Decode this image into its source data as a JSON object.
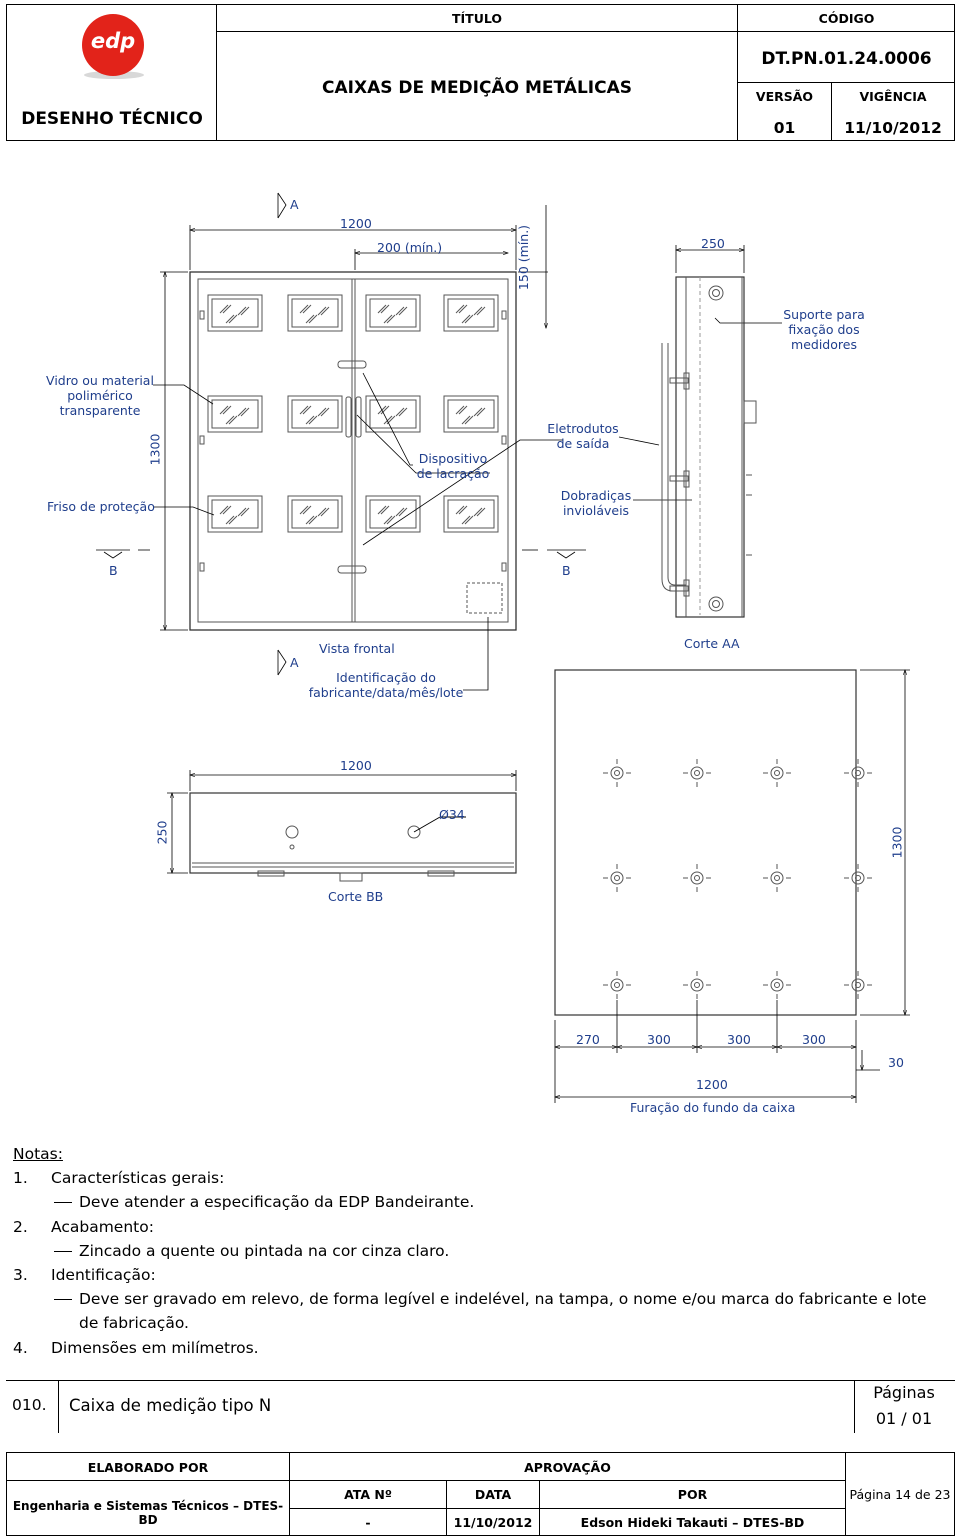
{
  "header": {
    "brand": "edp",
    "doc_type": "DESENHO TÉCNICO",
    "title_label": "TÍTULO",
    "title": "CAIXAS DE MEDIÇÃO METÁLICAS",
    "code_label": "CÓDIGO",
    "code": "DT.PN.01.24.0006",
    "version_label": "VERSÃO",
    "validity_label": "VIGÊNCIA",
    "version": "01",
    "validity": "11/10/2012",
    "brand_color": "#e2231a"
  },
  "drawing": {
    "section_a_mark": "A",
    "dim_1200_top": "1200",
    "dim_200_min": "200 (mín.)",
    "dim_150_min": "150 (mín.)",
    "dim_250_side": "250",
    "dim_1300_front": "1300",
    "label_suporte": "Suporte para\nfixação dos\nmedidores",
    "label_vidro": "Vidro ou material\npolimérico\ntransparente",
    "label_dispositivo": "Dispositivo\nde lacração",
    "label_eletrodutos": "Eletrodutos\nde saída",
    "label_friso": "Friso de proteção",
    "label_dobradicas": "Dobradiças\ninvioláveis",
    "section_b_left": "B",
    "section_b_right": "B",
    "section_a_bottom": "A",
    "view_front": "Vista frontal",
    "label_identificacao": "Identificação do\nfabricante/data/mês/lote",
    "view_corte_aa": "Corte AA",
    "dim_1200_bb": "1200",
    "dim_250_bb": "250",
    "dim_34": "Ø34",
    "view_corte_bb": "Corte BB",
    "dim_1300_back": "1300",
    "dim_270": "270",
    "dim_300_a": "300",
    "dim_300_b": "300",
    "dim_300_c": "300",
    "dim_30": "30",
    "dim_1200_back": "1200",
    "view_furacao": "Furação do fundo da caixa",
    "label_color": "#1f3e8c"
  },
  "notes": {
    "title": "Notas:",
    "items": [
      {
        "num": "1.",
        "text": "Características gerais:",
        "sub": "Deve atender a especificação da EDP Bandeirante."
      },
      {
        "num": "2.",
        "text": "Acabamento:",
        "sub": "Zincado a quente ou pintada na cor cinza claro."
      },
      {
        "num": "3.",
        "text": "Identificação:",
        "sub": "Deve ser gravado em relevo, de forma legível e indelével, na tampa, o nome e/ou marca do fabricante e lote",
        "sub2": "de fabricação."
      },
      {
        "num": "4.",
        "text": "Dimensões em milímetros."
      }
    ]
  },
  "section": {
    "number": "010.",
    "name": "Caixa de medição tipo N",
    "pages_label": "Páginas",
    "pages": "01 / 01"
  },
  "footer": {
    "prepared_label": "ELABORADO POR",
    "approval_label": "APROVAÇÃO",
    "prepared_by": "Engenharia e Sistemas Técnicos – DTES-BD",
    "ata_label": "ATA Nº",
    "date_label": "DATA",
    "by_label": "POR",
    "ata": "-",
    "date": "11/10/2012",
    "approved_by": "Edson Hideki Takauti – DTES-BD",
    "page": "Página 14 de 23"
  }
}
